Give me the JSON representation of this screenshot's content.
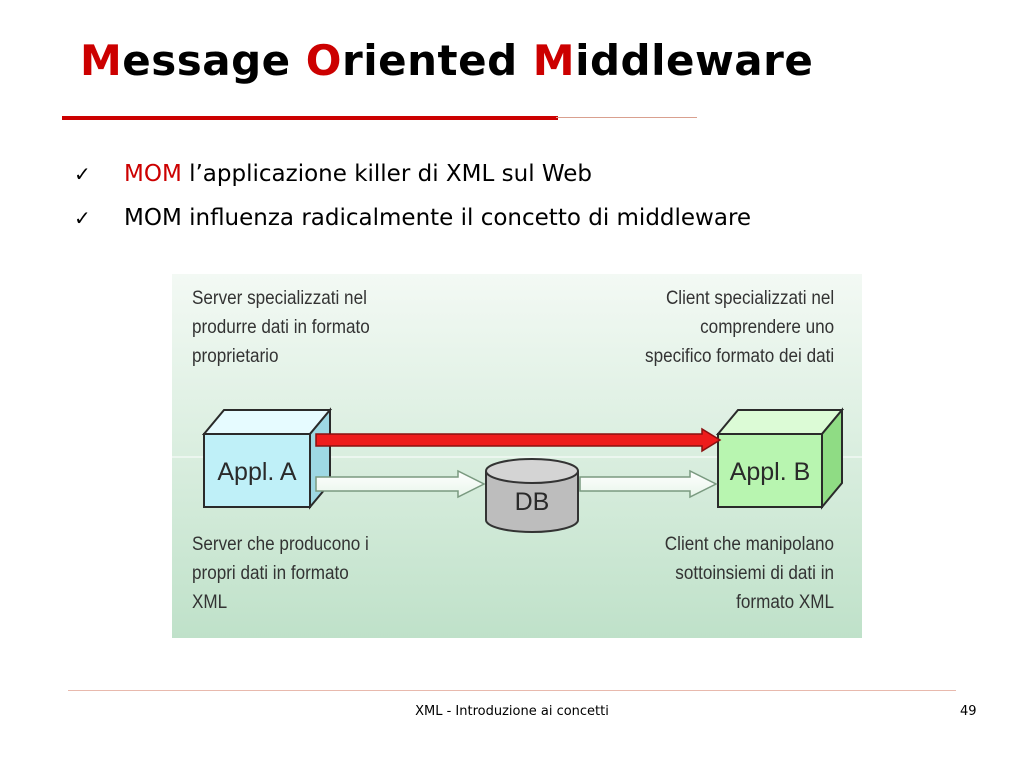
{
  "title": {
    "word1_initial": "M",
    "word1_rest": "essage ",
    "word2_initial": "O",
    "word2_rest": "riented ",
    "word3_initial": "M",
    "word3_rest": "iddleware",
    "accent_color": "#cc0000"
  },
  "bullets": [
    {
      "icon": "checkmark-icon",
      "highlight": "MOM",
      "text": " l’applicazione killer di XML sul Web"
    },
    {
      "icon": "checkmark-icon",
      "highlight": "",
      "text": "MOM influenza radicalmente il concetto di middleware"
    }
  ],
  "diagram": {
    "top_left_lines": [
      "Server specializzati nel",
      "produrre dati in formato",
      "proprietario"
    ],
    "top_right_lines": [
      "Client specializzati nel",
      "comprendere uno",
      "specifico formato dei dati"
    ],
    "bottom_left_lines": [
      "Server che producono i",
      "propri dati in formato",
      "XML"
    ],
    "bottom_right_lines": [
      "Client che manipolano",
      "sottoinsiemi di dati in",
      "formato XML"
    ],
    "box_a_label": "Appl. A",
    "box_b_label": "Appl. B",
    "db_label": "DB",
    "colors": {
      "box_a": "#bff0f8",
      "box_b": "#b8f5b0",
      "arrow_direct": "#ee1c1c",
      "db": "#bdbdbd"
    }
  },
  "footer": {
    "text": "XML - Introduzione ai concetti",
    "page_number": "49"
  }
}
